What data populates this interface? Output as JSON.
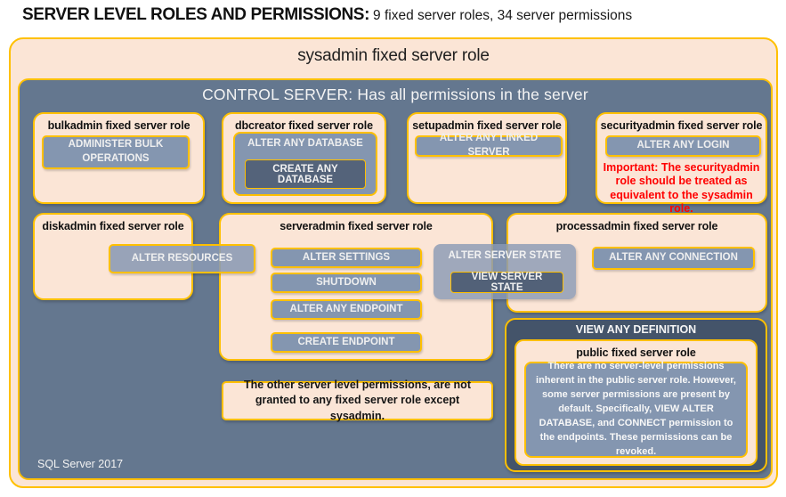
{
  "colors": {
    "peach": "#FBE5D6",
    "gold": "#FFC000",
    "slate": "#64778F",
    "steel": "#8496B0",
    "deep_steel": "#54637A",
    "dark": "#44546A",
    "red": "#FF0000"
  },
  "header": {
    "title_strong": "SERVER LEVEL ROLES AND PERMISSIONS:",
    "title_detail": "9 fixed server roles, 34 server permissions"
  },
  "sysadmin": {
    "title": "sysadmin fixed server role"
  },
  "control": {
    "title": "CONTROL SERVER: Has all permissions in the server",
    "footer": "SQL Server 2017"
  },
  "roles": {
    "bulkadmin": {
      "title": "bulkadmin fixed server role",
      "permissions": [
        "ADMINISTER BULK OPERATIONS"
      ]
    },
    "dbcreator": {
      "title": "dbcreator fixed server role",
      "outer_permission": "ALTER ANY DATABASE",
      "inner_permission": "CREATE ANY DATABASE"
    },
    "setupadmin": {
      "title": "setupadmin fixed server role",
      "permissions": [
        "ALTER ANY LINKED SERVER"
      ]
    },
    "securityadmin": {
      "title": "securityadmin fixed server role",
      "permissions": [
        "ALTER ANY LOGIN"
      ],
      "warning": "Important: The securityadmin role should be treated as equivalent to the sysadmin role."
    },
    "diskadmin": {
      "title": "diskadmin fixed server role",
      "permissions": [
        "ALTER RESOURCES"
      ]
    },
    "serveradmin": {
      "title": "serveradmin fixed server role",
      "permissions": [
        "ALTER SETTINGS",
        "SHUTDOWN",
        "ALTER ANY ENDPOINT",
        "CREATE ENDPOINT"
      ]
    },
    "processadmin": {
      "title": "processadmin fixed server role",
      "permissions": [
        "ALTER ANY CONNECTION"
      ]
    },
    "public": {
      "title": "public fixed server role",
      "description": "There are no server-level permissions inherent in the public server role. However, some server permissions are present by default. Specifically, VIEW ALTER DATABASE, and CONNECT permission to the endpoints. These permissions can be revoked."
    }
  },
  "shared_permissions": {
    "alter_server_state": "ALTER SERVER STATE",
    "view_server_state": "VIEW SERVER STATE",
    "view_any_definition": "VIEW ANY DEFINITION"
  },
  "note": "The other server level permissions, are not granted to any fixed server role except sysadmin."
}
